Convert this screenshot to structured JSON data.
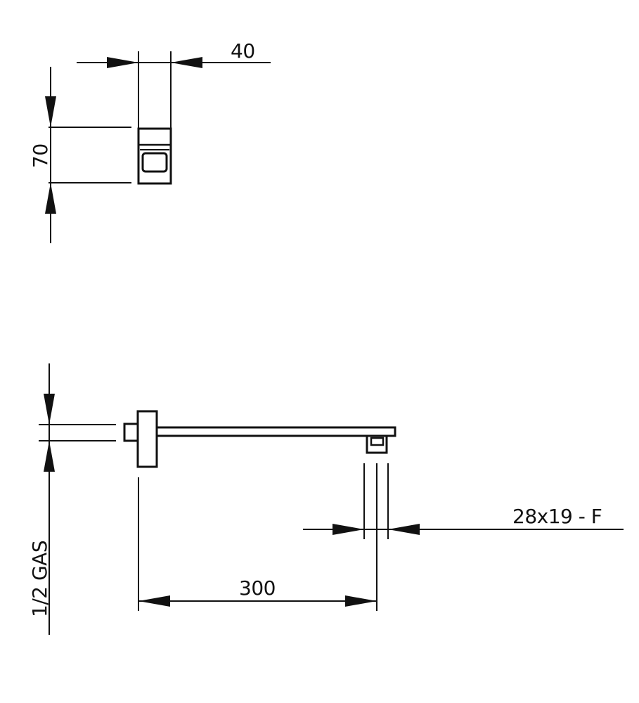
{
  "drawing": {
    "dimensions": {
      "top_width": "40",
      "top_height": "70",
      "connection": "1/2 GAS",
      "arm_length": "300",
      "outlet": "28x19 - F"
    },
    "colors": {
      "line": "#111111",
      "background": "#ffffff"
    }
  }
}
